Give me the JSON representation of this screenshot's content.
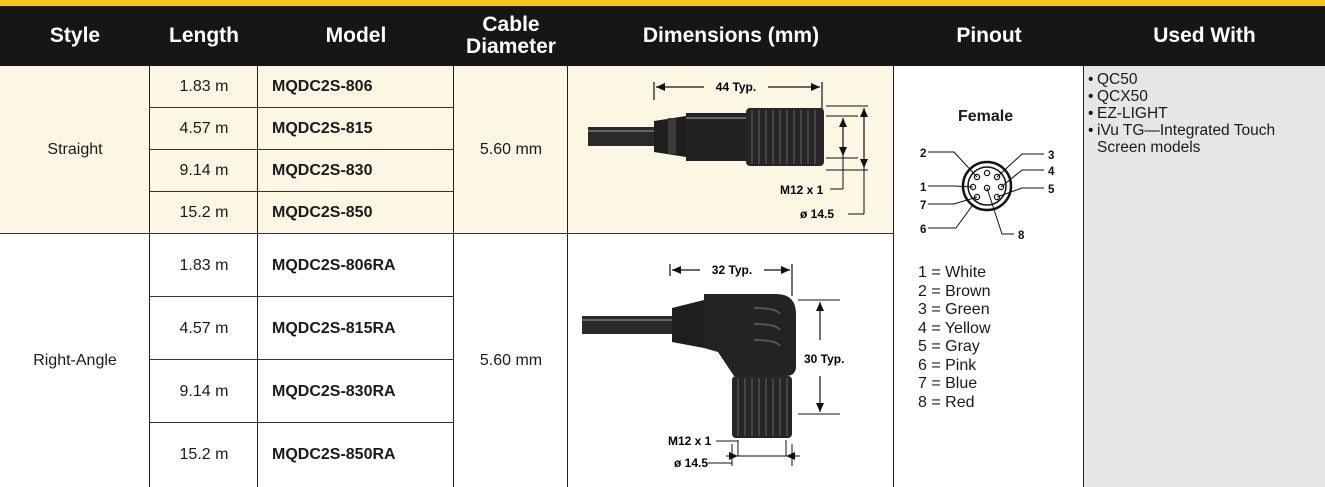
{
  "headers": {
    "style": "Style",
    "length": "Length",
    "model": "Model",
    "cable_diameter": "Cable\nDiameter",
    "dimensions": "Dimensions (mm)",
    "pinout": "Pinout",
    "used_with": "Used With"
  },
  "straight": {
    "style": "Straight",
    "diameter": "5.60 mm",
    "rows": [
      {
        "length": "1.83 m",
        "model": "MQDC2S-806"
      },
      {
        "length": "4.57 m",
        "model": "MQDC2S-815"
      },
      {
        "length": "9.14 m",
        "model": "MQDC2S-830"
      },
      {
        "length": "15.2 m",
        "model": "MQDC2S-850"
      }
    ],
    "drawing": {
      "typ": "44 Typ.",
      "thread": "M12 x 1",
      "dia": "ø 14.5"
    }
  },
  "right_angle": {
    "style": "Right-Angle",
    "diameter": "5.60 mm",
    "rows": [
      {
        "length": "1.83 m",
        "model": "MQDC2S-806RA"
      },
      {
        "length": "4.57 m",
        "model": "MQDC2S-815RA"
      },
      {
        "length": "9.14 m",
        "model": "MQDC2S-830RA"
      },
      {
        "length": "15.2 m",
        "model": "MQDC2S-850RA"
      }
    ],
    "drawing": {
      "typ": "32 Typ.",
      "height": "30 Typ.",
      "thread": "M12 x 1",
      "dia": "ø 14.5"
    }
  },
  "pinout": {
    "title": "Female",
    "pin_numbers": [
      "1",
      "2",
      "3",
      "4",
      "5",
      "6",
      "7",
      "8"
    ],
    "legend": [
      "1 = White",
      "2 = Brown",
      "3 = Green",
      "4 = Yellow",
      "5 = Gray",
      "6 = Pink",
      "7 = Blue",
      "8 = Red"
    ]
  },
  "used_with": [
    "QC50",
    "QCX50",
    "EZ-LIGHT",
    "iVu TG—Integrated Touch Screen models"
  ],
  "colors": {
    "accent_yellow": "#f5c518",
    "header_bg": "#161616",
    "straight_bg": "#fcf7e3",
    "used_bg": "#e6e6e6"
  }
}
